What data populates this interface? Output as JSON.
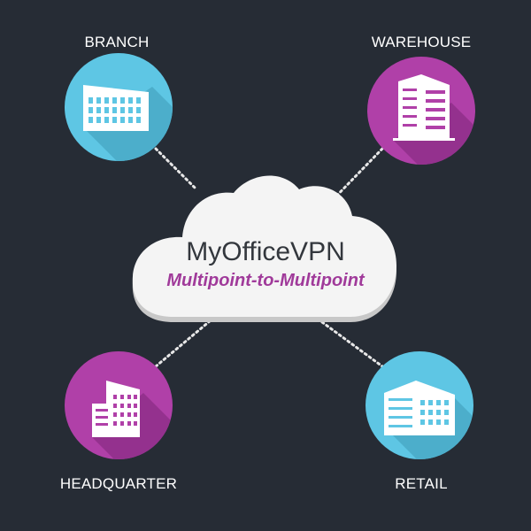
{
  "cloud": {
    "title": "MyOfficeVPN",
    "subtitle": "Multipoint-to-Multipoint"
  },
  "nodes": {
    "branch": {
      "label": "BRANCH",
      "color": "#5ec6e4",
      "icon": "office-building-icon"
    },
    "warehouse": {
      "label": "WAREHOUSE",
      "color": "#b040a8",
      "icon": "warehouse-building-icon"
    },
    "headquarter": {
      "label": "HEADQUARTER",
      "color": "#b040a8",
      "icon": "headquarter-building-icon"
    },
    "retail": {
      "label": "RETAIL",
      "color": "#5ec6e4",
      "icon": "retail-building-icon"
    }
  },
  "colors": {
    "background": "#262c35",
    "connector": "#e8e8e8",
    "subtitle": "#a03a9a"
  }
}
